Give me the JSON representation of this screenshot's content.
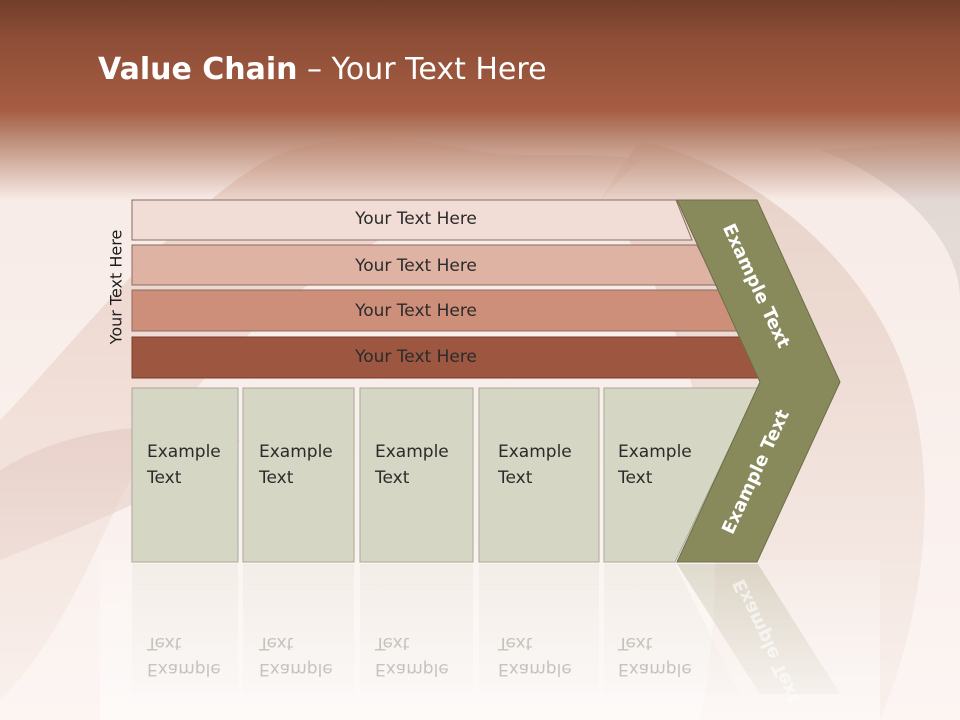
{
  "title": {
    "bold": "Value Chain",
    "rest": " – Your Text Here"
  },
  "side_label": "Your Text Here",
  "bands": [
    {
      "label": "Your Text Here",
      "color": "#f1ddd6"
    },
    {
      "label": "Your Text Here",
      "color": "#dfb3a4"
    },
    {
      "label": "Your Text Here",
      "color": "#cd8f7a"
    },
    {
      "label": "Your Text Here",
      "color": "#9d563f"
    }
  ],
  "boxes": [
    {
      "line1": "Example",
      "line2": "Text"
    },
    {
      "line1": "Example",
      "line2": "Text"
    },
    {
      "line1": "Example",
      "line2": "Text"
    },
    {
      "line1": "Example",
      "line2": "Text"
    },
    {
      "line1": "Example",
      "line2": "Text"
    }
  ],
  "arrow": {
    "upper": "Example Text",
    "lower": "Example Text",
    "color": "#888a5c"
  },
  "colors": {
    "box": "#d5d6c3",
    "box_border": "#a9a99a",
    "title_band": "#a65c43"
  }
}
